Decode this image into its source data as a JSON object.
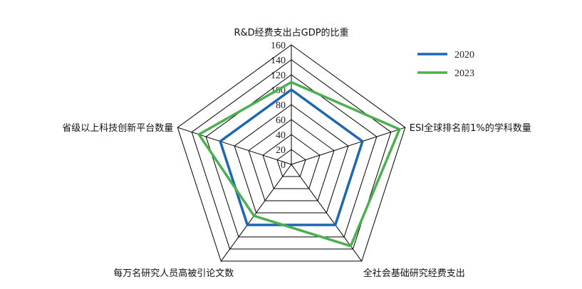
{
  "chart_data": {
    "type": "radar",
    "axes": [
      "R&D经费支出占GDP的比重",
      "ESI全球排名前1%的学科数量",
      "全社会基础研究经费支出",
      "每万名研究人员高被引论文数",
      "省级以上科技创新平台数量"
    ],
    "ticks": [
      "0",
      "20",
      "40",
      "60",
      "80",
      "100",
      "120",
      "140",
      "160"
    ],
    "range": [
      0,
      160
    ],
    "series": [
      {
        "name": "2020",
        "color": "#1f67b1",
        "values": [
          100,
          100,
          100,
          100,
          100
        ]
      },
      {
        "name": "2023",
        "color": "#4caf50",
        "values": [
          110,
          152,
          135,
          85,
          130
        ]
      }
    ],
    "grid": true,
    "legend": "top-right"
  }
}
